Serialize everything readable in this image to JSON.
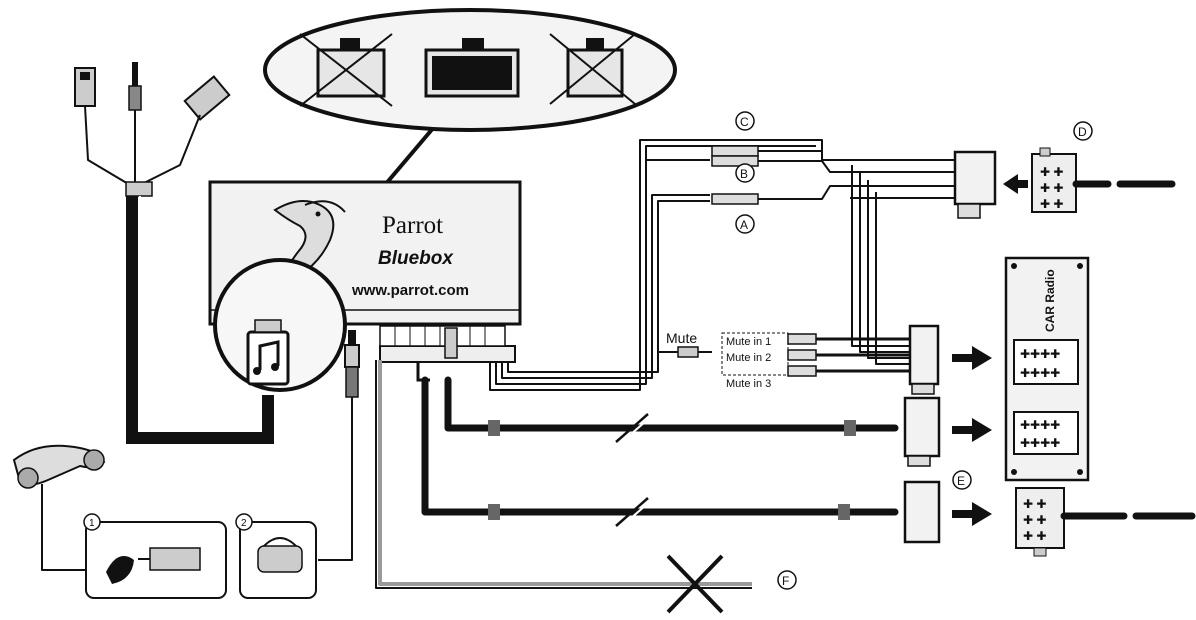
{
  "bluebox": {
    "brand": "Parrot",
    "model": "Bluebox",
    "url": "www.parrot.com"
  },
  "cables": {
    "mute": "Mute",
    "mute_in_1": "Mute in 1",
    "mute_in_2": "Mute in 2",
    "mute_in_3": "Mute in 3",
    "label_a": "A",
    "label_b": "B",
    "label_c": "C",
    "label_d": "D",
    "label_e": "E",
    "label_f": "F"
  },
  "car_radio": {
    "title": "CAR Radio"
  },
  "steps": {
    "step_1": "1",
    "step_2": "2"
  },
  "icons": {
    "music": "music-note-icon",
    "bird": "parrot-logo-icon",
    "cross": "not-used-cross-icon"
  },
  "colors": {
    "line": "#111111",
    "grey_cable": "#9a9a9a",
    "panel": "#f2f2f2"
  }
}
